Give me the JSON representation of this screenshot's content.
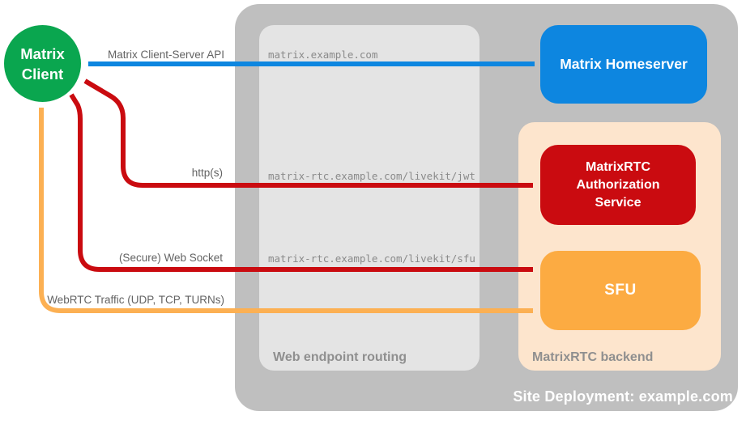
{
  "client": {
    "line1": "Matrix",
    "line2": "Client",
    "color": "#0aa64f"
  },
  "site": {
    "label": "Site Deployment: example.com",
    "bg": "#bfbfbf"
  },
  "routing": {
    "label": "Web endpoint routing",
    "bg": "#e4e4e4",
    "endpoints": [
      "matrix.example.com",
      "matrix-rtc.example.com/livekit/jwt",
      "matrix-rtc.example.com/livekit/sfu"
    ]
  },
  "backend": {
    "label": "MatrixRTC backend",
    "bg": "#fde5cd"
  },
  "nodes": {
    "homeserver": {
      "label": "Matrix Homeserver",
      "color": "#0d86e0"
    },
    "auth": {
      "label": "MatrixRTC Authorization Service",
      "color": "#ca0b10"
    },
    "sfu": {
      "label": "SFU",
      "color": "#fcab42"
    }
  },
  "arrows": [
    {
      "name": "matrix-client-server-api",
      "label": "Matrix Client-Server API",
      "color": "#0d86e0",
      "from": "Matrix Client",
      "to": "Matrix Homeserver",
      "bidirectional": true
    },
    {
      "name": "https",
      "label": "http(s)",
      "color": "#ca0b10",
      "from": "Matrix Client",
      "to": "MatrixRTC Authorization Service",
      "bidirectional": true
    },
    {
      "name": "secure-web-socket",
      "label": "(Secure) Web Socket",
      "color": "#ca0b10",
      "from": "Matrix Client",
      "to": "SFU",
      "bidirectional": true
    },
    {
      "name": "webrtc-traffic",
      "label": "WebRTC Traffic (UDP, TCP, TURNs)",
      "color": "#fcb053",
      "from": "Matrix Client",
      "to": "SFU",
      "bidirectional": true
    }
  ]
}
